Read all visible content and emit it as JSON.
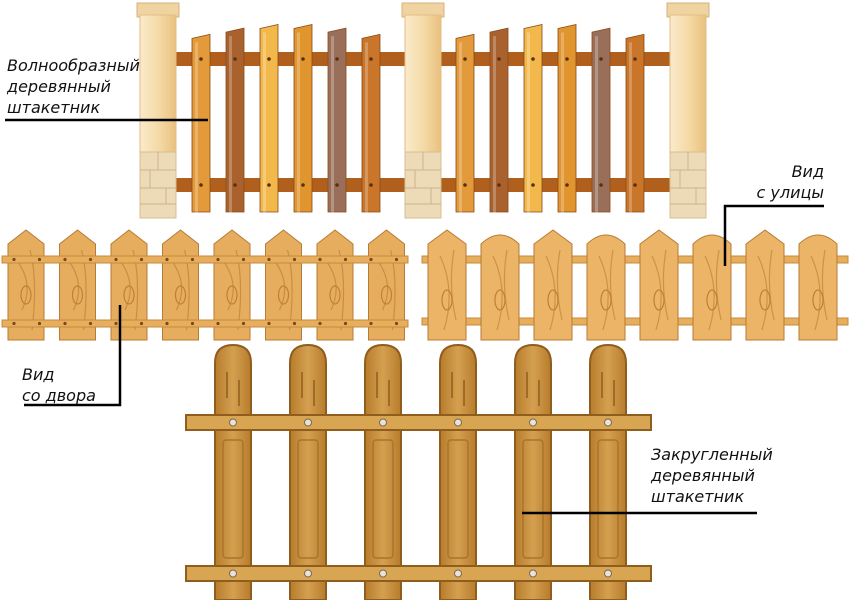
{
  "labels": {
    "wavy": [
      "Волнообразный",
      "деревянный",
      "штакетник"
    ],
    "street": [
      "Вид",
      "с улицы"
    ],
    "yard": [
      "Вид",
      "со двора"
    ],
    "rounded": [
      "Закругленный",
      "деревянный",
      "штакетник"
    ]
  },
  "colors": {
    "wood_light": "#E8B25A",
    "wood_mid": "#D6913A",
    "wood_dark": "#9C5A22",
    "wood_brown": "#8A5A3C",
    "pillar": "#F6E0B0",
    "stone": "#E9D8B6",
    "rail_dark": "#B86A22",
    "rounded_wood": "#C8913C",
    "rounded_outline": "#8F5E1E",
    "text": "#111111",
    "pointer_line": "#000000"
  }
}
